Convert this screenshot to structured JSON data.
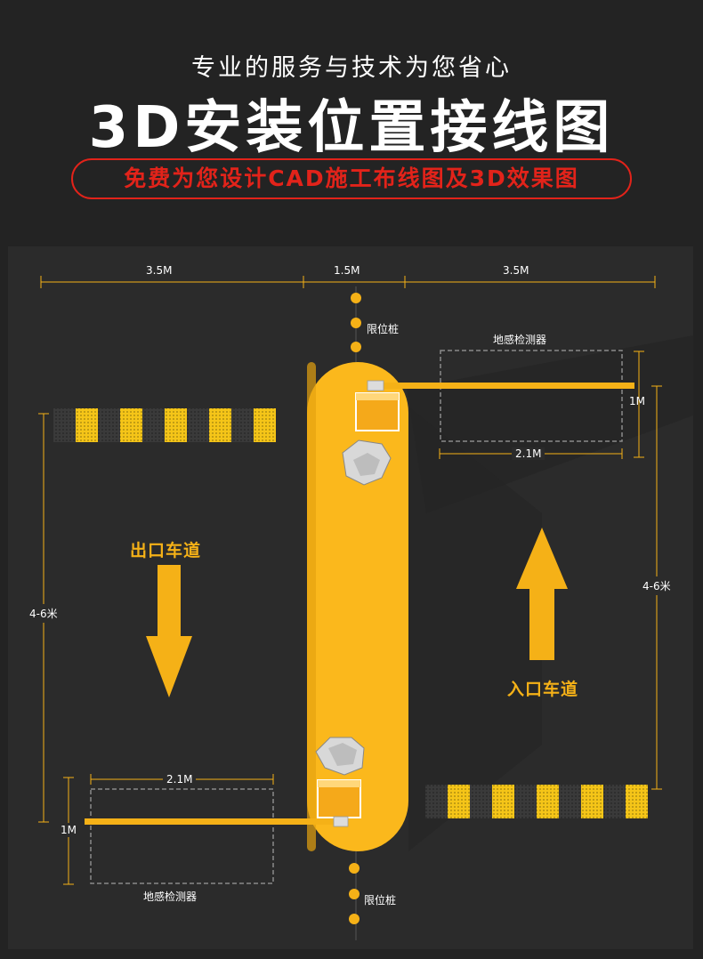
{
  "header": {
    "subtitle": "专业的服务与技术为您省心",
    "title": "3D安装位置接线图",
    "banner": "免费为您设计CAD施工布线图及3D效果图"
  },
  "diagram": {
    "dims_top": [
      "3.5M",
      "1.5M",
      "3.5M"
    ],
    "limit_post_label": "限位桩",
    "loop_detector_label": "地感检测器",
    "loop_width": "2.1M",
    "barrier_offset": "1M",
    "lane_depth": "4-6米",
    "exit_lane": "出口车道",
    "entry_lane": "入口车道"
  },
  "colors": {
    "accent_yellow": "#f5b117",
    "island_yellow": "#fbb81c",
    "banner_red": "#e2231a",
    "background": "#232323"
  }
}
